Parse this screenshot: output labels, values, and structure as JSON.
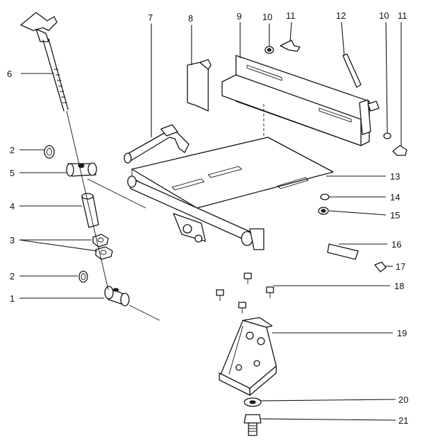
{
  "callouts": [
    {
      "id": "c6",
      "label": "6"
    },
    {
      "id": "c2a",
      "label": "2"
    },
    {
      "id": "c5",
      "label": "5"
    },
    {
      "id": "c4",
      "label": "4"
    },
    {
      "id": "c3",
      "label": "3"
    },
    {
      "id": "c2b",
      "label": "2"
    },
    {
      "id": "c1",
      "label": "1"
    },
    {
      "id": "c7",
      "label": "7"
    },
    {
      "id": "c8",
      "label": "8"
    },
    {
      "id": "c9",
      "label": "9"
    },
    {
      "id": "c10a",
      "label": "10"
    },
    {
      "id": "c11a",
      "label": "11"
    },
    {
      "id": "c12",
      "label": "12"
    },
    {
      "id": "c10b",
      "label": "10"
    },
    {
      "id": "c11b",
      "label": "11"
    },
    {
      "id": "c13",
      "label": "13"
    },
    {
      "id": "c14",
      "label": "14"
    },
    {
      "id": "c15",
      "label": "15"
    },
    {
      "id": "c16",
      "label": "16"
    },
    {
      "id": "c17",
      "label": "17"
    },
    {
      "id": "c18",
      "label": "18"
    },
    {
      "id": "c19",
      "label": "19"
    },
    {
      "id": "c20",
      "label": "20"
    },
    {
      "id": "c21",
      "label": "21"
    }
  ]
}
